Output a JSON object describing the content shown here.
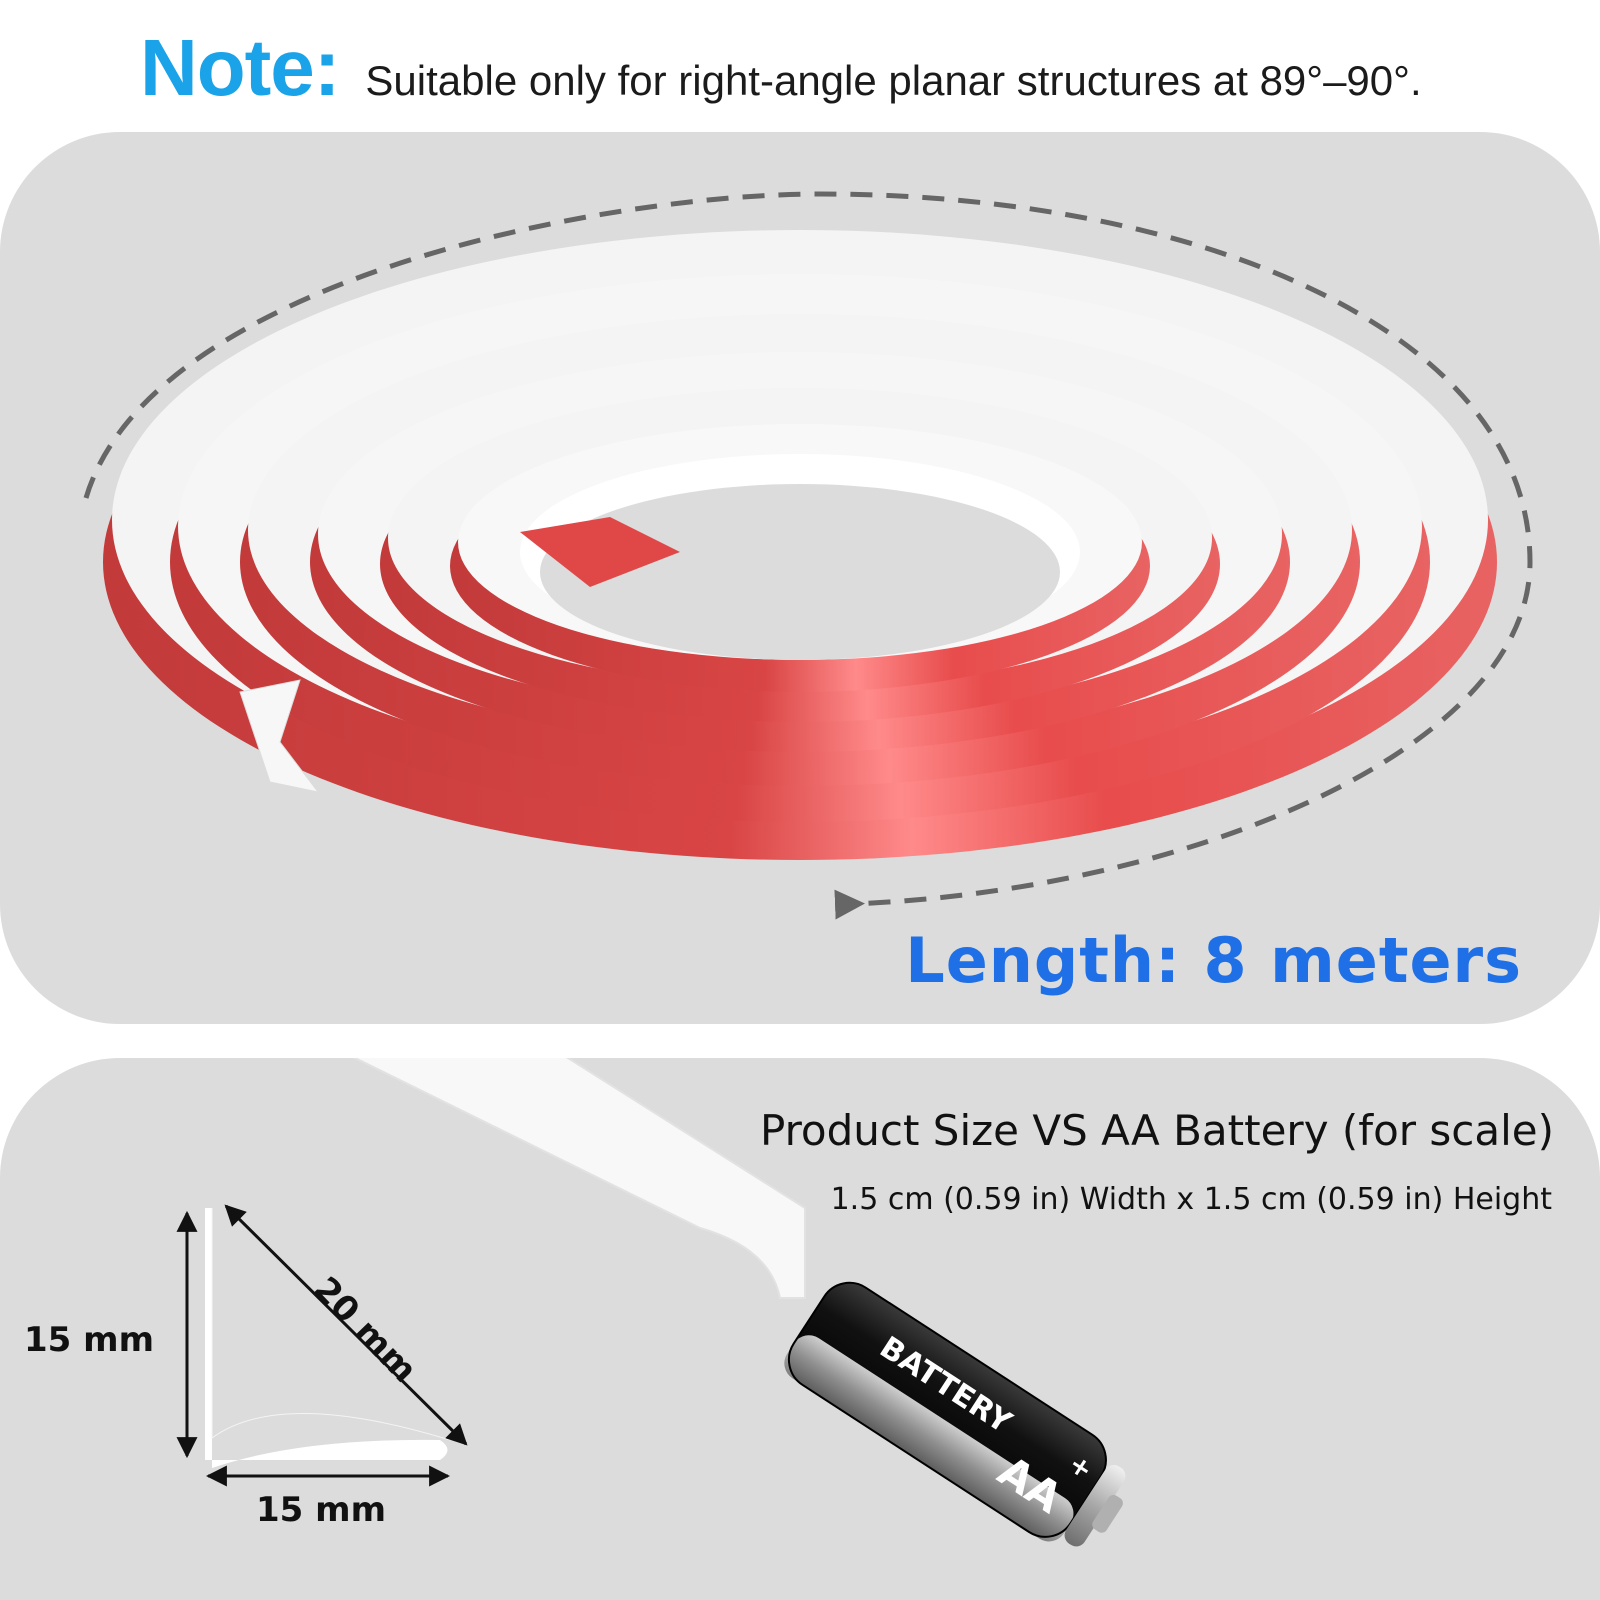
{
  "note": {
    "label": "Note:",
    "text": "Suitable only for right-angle planar structures at 89°–90°."
  },
  "coil": {
    "length_label": "Length: 8 meters",
    "colors": {
      "adhesive_red": "#e04848",
      "strip_white": "#f7f7f7",
      "arrow": "#666666"
    }
  },
  "size_comparison": {
    "title": "Product Size VS AA Battery (for scale)",
    "subtitle": "1.5 cm (0.59 in) Width x 1.5 cm (0.59 in) Height",
    "height_label": "15 mm",
    "width_label": "15 mm",
    "diagonal_label": "20 mm"
  },
  "battery": {
    "brand": "BATTERY",
    "size": "AA",
    "polarity": "+"
  }
}
